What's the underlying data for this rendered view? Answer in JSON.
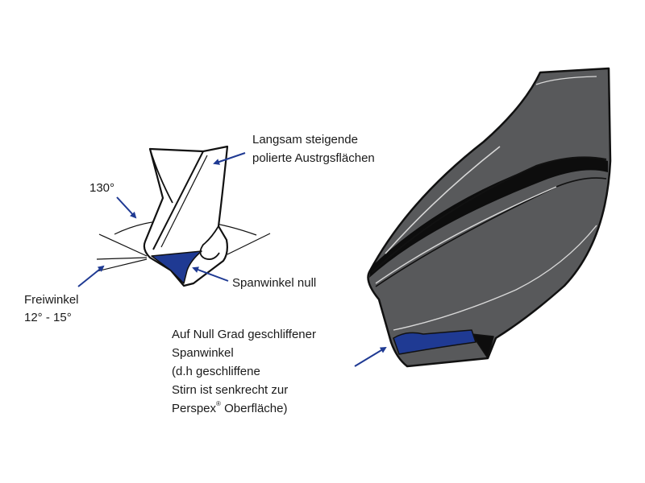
{
  "labels": {
    "angle_130": "130°",
    "flutes_line1": "Langsam steigende",
    "flutes_line2": "polierte Austrgsflächen",
    "clearance_line1": "Freiwinkel",
    "clearance_line2": "12° - 15°",
    "rake": "Spanwinkel null",
    "ground_line1": "Auf Null Grad geschliffener",
    "ground_line2": "Spanwinkel",
    "ground_line3": "(d.h geschliffene",
    "ground_line4": "Stirn ist senkrecht zur",
    "ground_line5_a": "Perspex",
    "ground_line5_sup": "®",
    "ground_line5_b": " Oberfläche)"
  },
  "colors": {
    "blue": "#1f3a93",
    "drill_gray": "#58595b",
    "outline": "#111111",
    "text": "#1a1a1a"
  }
}
